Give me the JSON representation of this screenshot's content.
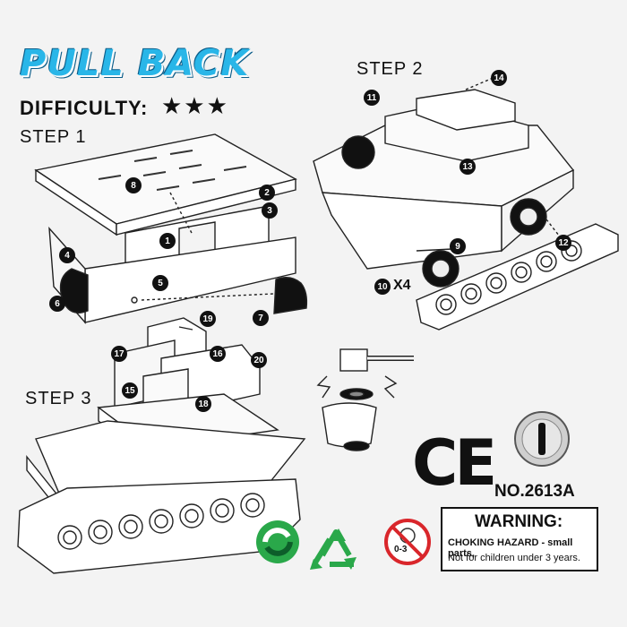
{
  "header": {
    "title": "PULL BACK",
    "difficulty_label": "DIFFICULTY:",
    "difficulty_stars": "★★★",
    "difficulty_level": 3
  },
  "steps": {
    "step1": "STEP 1",
    "step2": "STEP 2",
    "step3": "STEP 3"
  },
  "part_numbers": [
    "1",
    "2",
    "3",
    "4",
    "5",
    "6",
    "7",
    "8",
    "9",
    "10",
    "11",
    "12",
    "13",
    "14",
    "15",
    "16",
    "17",
    "18",
    "19",
    "20"
  ],
  "wheel_count": "X4",
  "certification": {
    "ce_mark": "CE",
    "model_number": "NO.2613A"
  },
  "warning": {
    "title": "WARNING:",
    "line1": "CHOKING HAZARD - small parts,",
    "line2": "Not for children under 3 years."
  },
  "age_badge": "0-3",
  "colors": {
    "title_blue": "#29b6e8",
    "title_outline": "#0d5e8a",
    "recycle_green": "#2aa84a",
    "no_age_red": "#d9262b"
  },
  "icons": [
    "star-icon",
    "hammer-icon",
    "recycle-icon",
    "green-dot-icon",
    "no-children-icon",
    "warning-triangle-icon",
    "button-icon"
  ]
}
